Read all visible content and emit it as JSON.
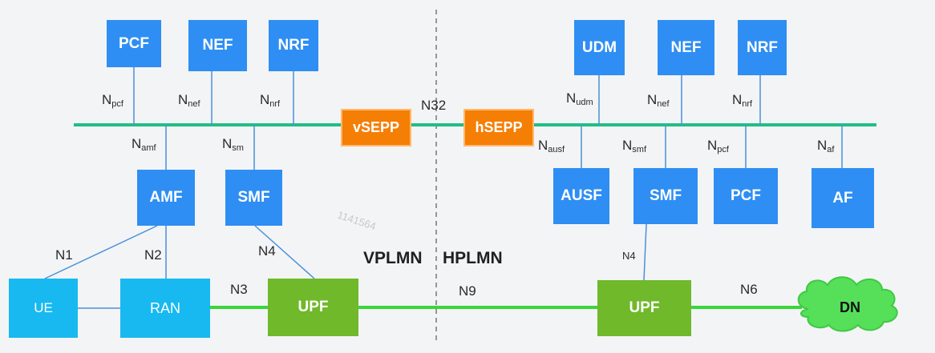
{
  "watermark": "1141564",
  "plmn": {
    "visited": "VPLMN",
    "home": "HPLMN"
  },
  "nodes": {
    "pcf_v": "PCF",
    "nef_v": "NEF",
    "nrf_v": "NRF",
    "vsepp": "vSEPP",
    "hsepp": "hSEPP",
    "amf": "AMF",
    "smf_v": "SMF",
    "ue": "UE",
    "ran": "RAN",
    "upf_v": "UPF",
    "udm": "UDM",
    "nef_h": "NEF",
    "nrf_h": "NRF",
    "ausf": "AUSF",
    "smf_h": "SMF",
    "pcf_h": "PCF",
    "af": "AF",
    "upf_h": "UPF",
    "dn": "DN"
  },
  "interfaces": {
    "n32": "N32",
    "n1": "N1",
    "n2": "N2",
    "n3": "N3",
    "n4_v": "N4",
    "n9": "N9",
    "n4_h": "N4",
    "n6": "N6",
    "npcf_v": {
      "base": "N",
      "sub": "pcf"
    },
    "nnef_v": {
      "base": "N",
      "sub": "nef"
    },
    "nnrf_v": {
      "base": "N",
      "sub": "nrf"
    },
    "namf": {
      "base": "N",
      "sub": "amf"
    },
    "nsm": {
      "base": "N",
      "sub": "sm"
    },
    "nudm": {
      "base": "N",
      "sub": "udm"
    },
    "nnef_h": {
      "base": "N",
      "sub": "nef"
    },
    "nnrf_h": {
      "base": "N",
      "sub": "nrf"
    },
    "nausf": {
      "base": "N",
      "sub": "ausf"
    },
    "nsmf": {
      "base": "N",
      "sub": "smf"
    },
    "npcf_h": {
      "base": "N",
      "sub": "pcf"
    },
    "naf": {
      "base": "N",
      "sub": "af"
    }
  },
  "colors": {
    "nf_blue": "#2e8ef3",
    "access_cyan": "#17b9f0",
    "upf_green": "#6fb92a",
    "sepp_orange": "#f57e05",
    "sbi_bus": "#1fbf85",
    "user_plane": "#39d639",
    "link_blue": "#4a90d9"
  }
}
